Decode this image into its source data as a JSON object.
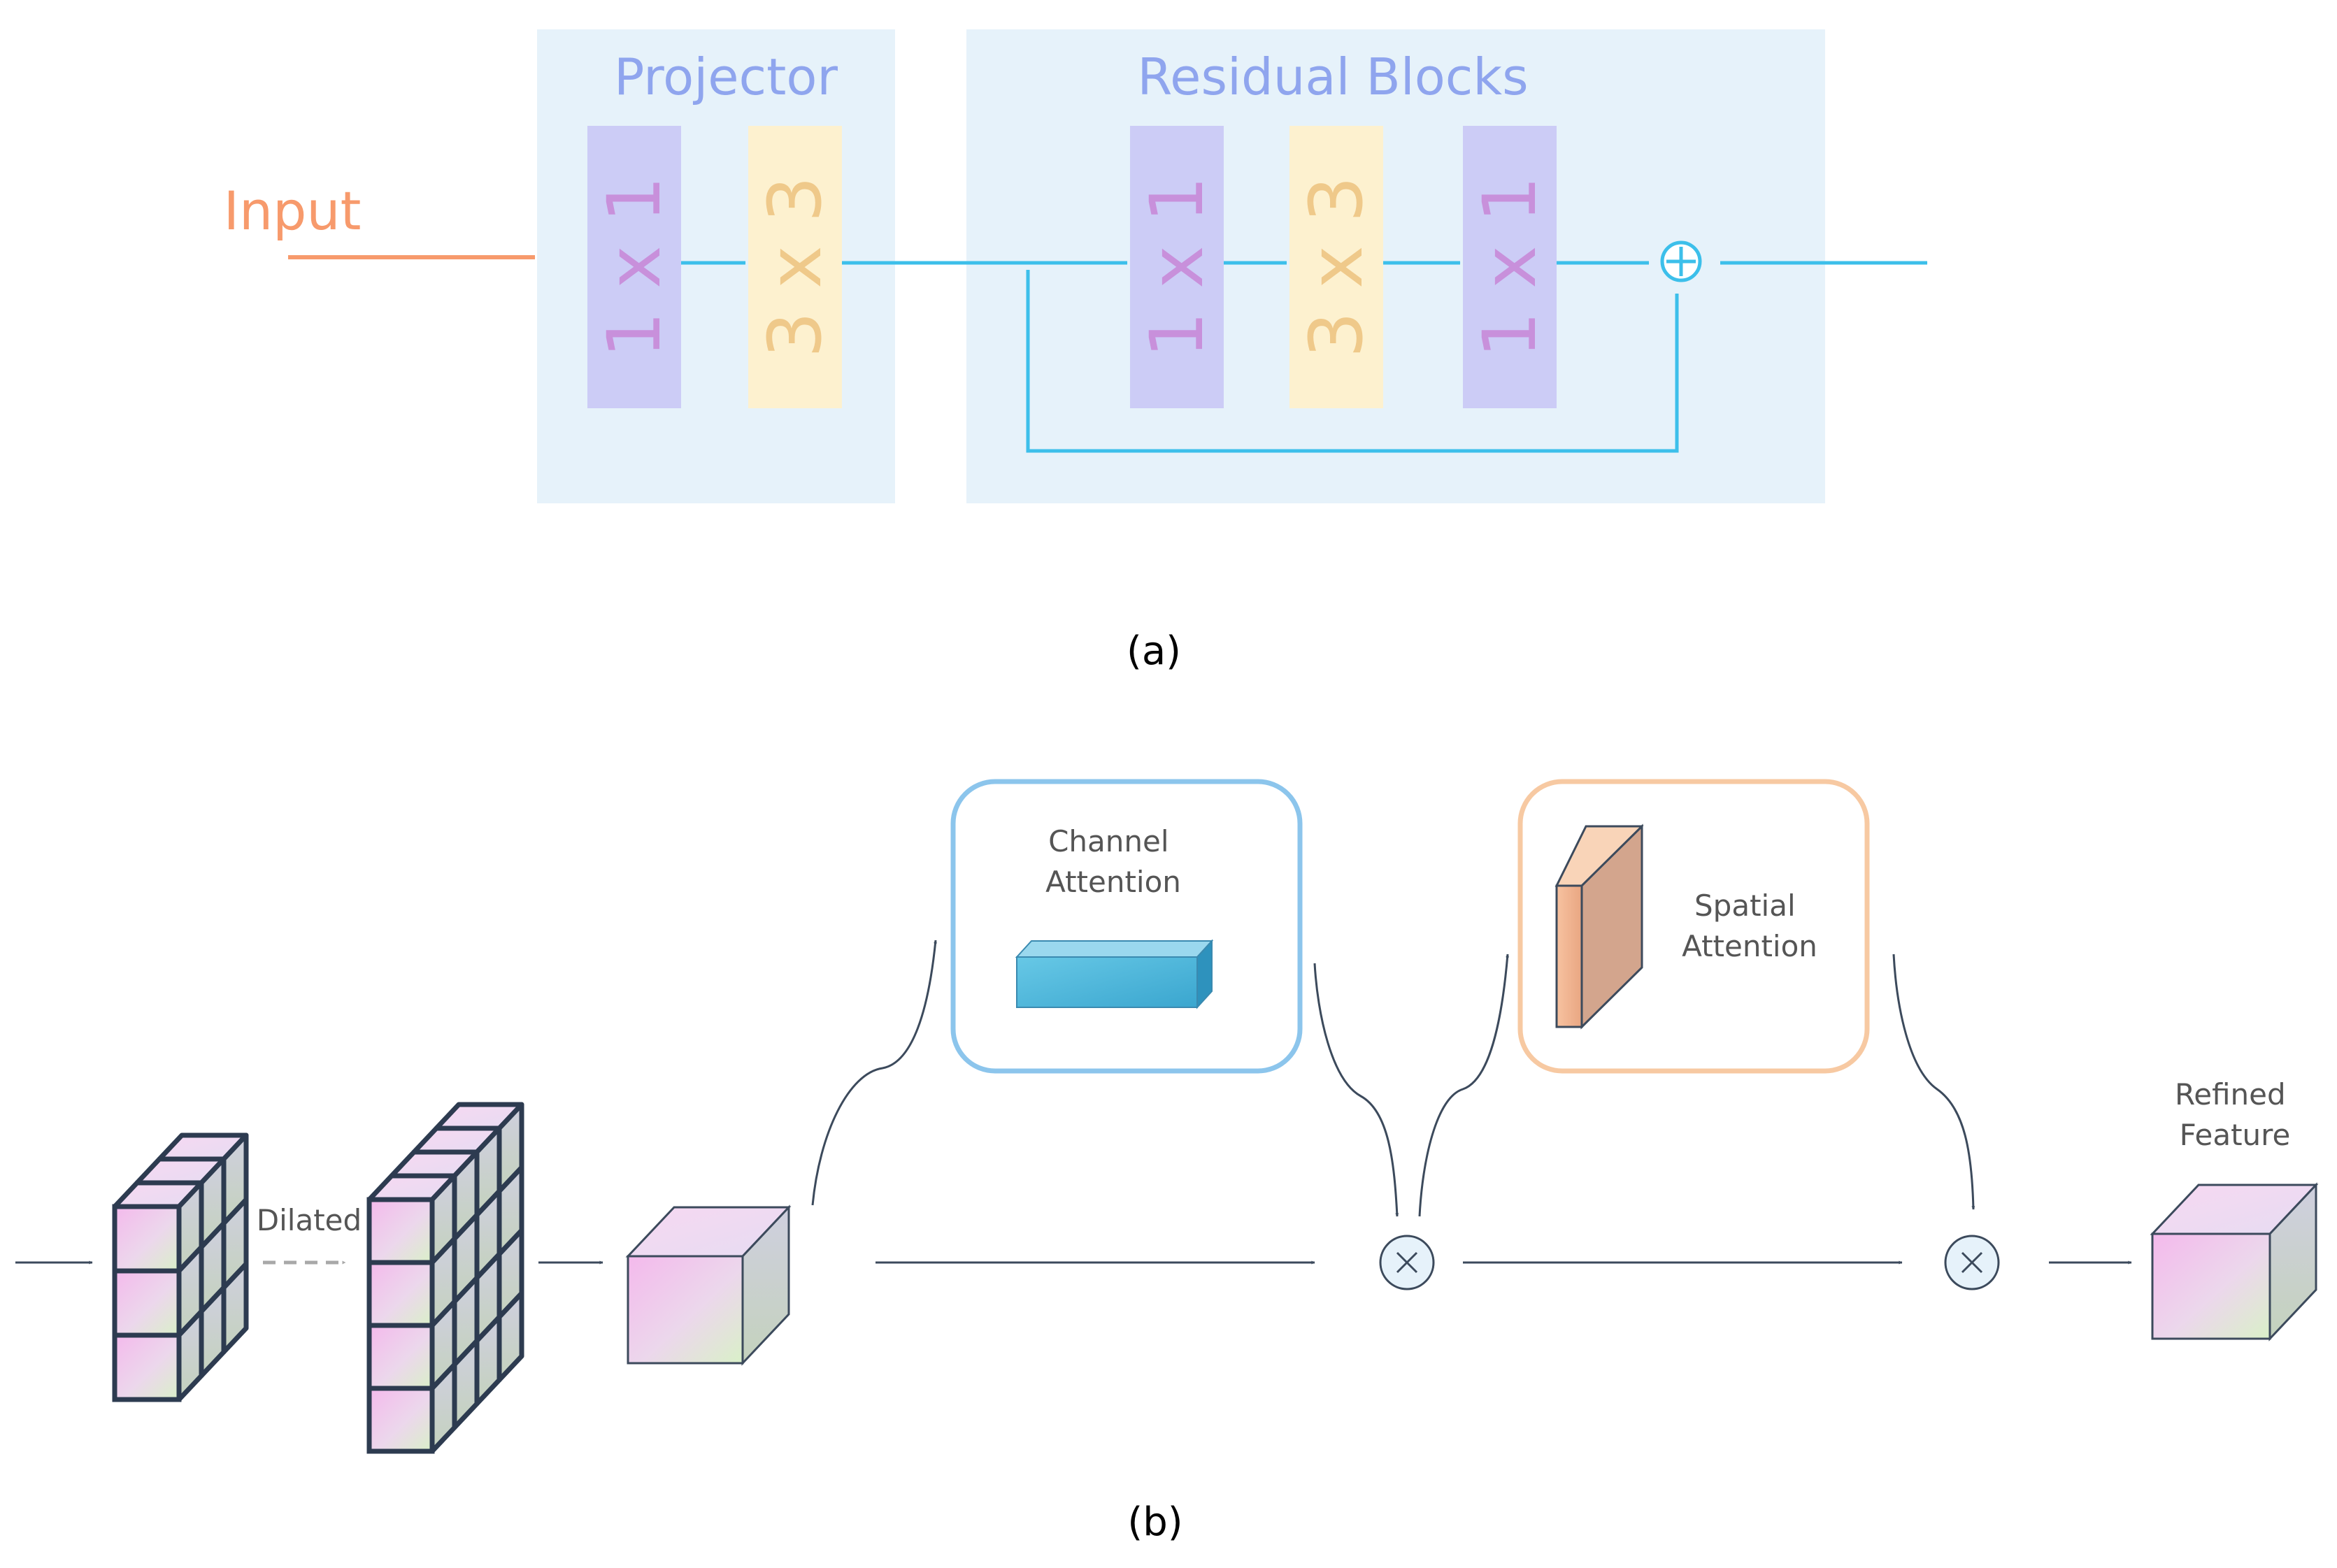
{
  "panel_a": {
    "input_label": "Input",
    "projector": {
      "title": "Projector",
      "blocks": [
        "1 x 1",
        "3 x 3"
      ]
    },
    "residual": {
      "title": "Residual Blocks",
      "blocks": [
        "1 x 1",
        "3 x 3",
        "1 x 1"
      ],
      "add_symbol": "⊕"
    },
    "caption": "(a)"
  },
  "panel_b": {
    "dilated_label": "Dilated",
    "channel_attention": "Channel\nAttention",
    "spatial_attention": "Spatial\nAttention",
    "refined_feature": "Refined\nFeature",
    "multiply_symbol": "×",
    "caption": "(b)"
  },
  "colors": {
    "panel_bg": "#e6f2fa",
    "title_blue": "#8fa5ee",
    "block_purple": "#ccccf6",
    "block_yellow": "#fdf1cf",
    "text_purple": "#c890db",
    "text_gold": "#efc98a",
    "flow_cyan": "#3cbfea",
    "input_orange": "#f79a6c",
    "dark_arrow": "#3c4a5c",
    "channel_border": "#8cc5ec",
    "spatial_border": "#f7c9a2",
    "cube_edge": "#2d3b50"
  }
}
